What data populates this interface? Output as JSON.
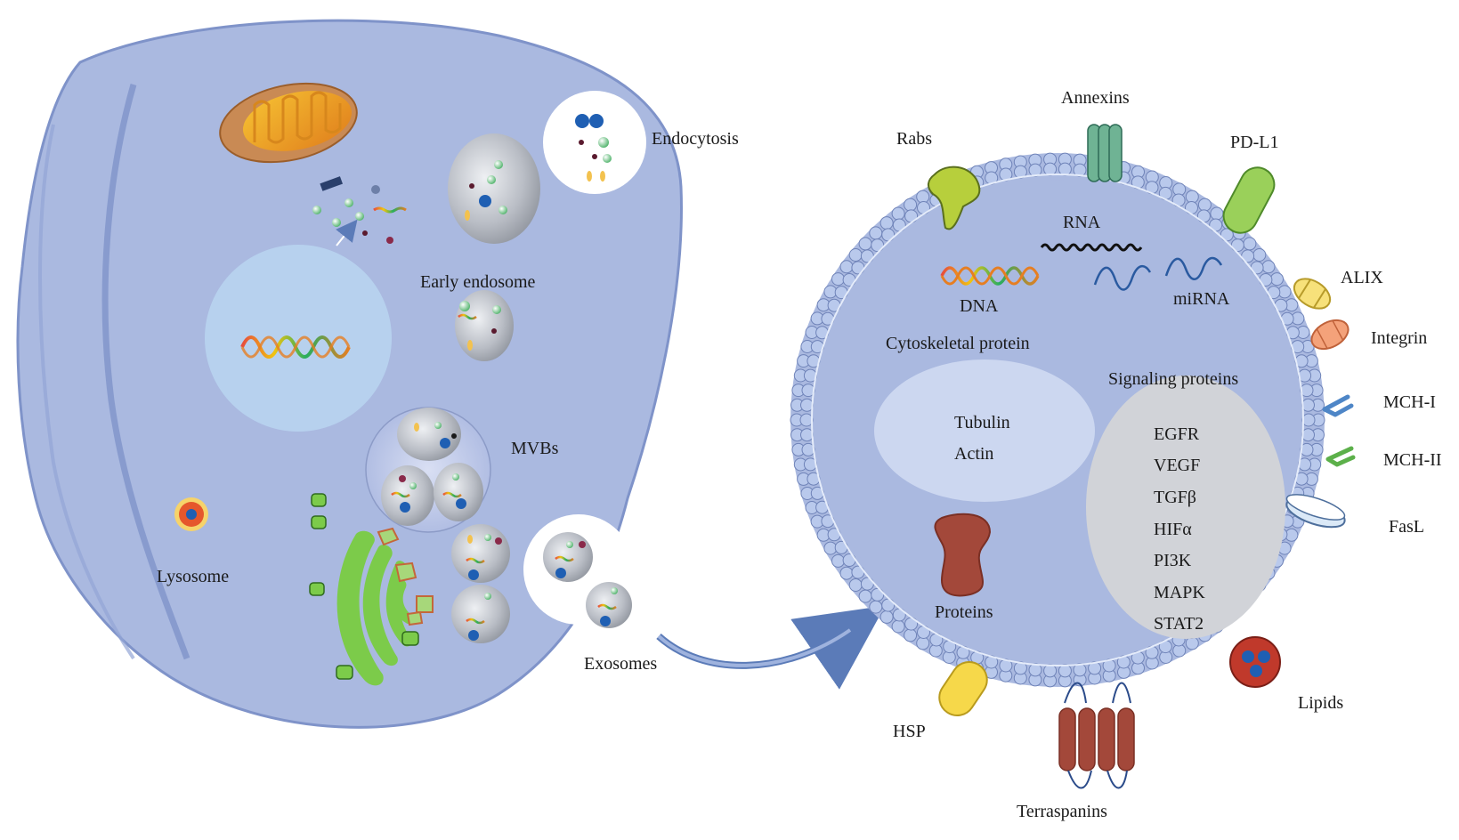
{
  "cell": {
    "endocytosis": "Endocytosis",
    "early_endosome": "Early endosome",
    "mvbs": "MVBs",
    "lysosome": "Lysosome",
    "exosomes": "Exosomes"
  },
  "exosome": {
    "annexins": "Annexins",
    "rabs": "Rabs",
    "pdl1": "PD-L1",
    "alix": "ALIX",
    "integrin": "Integrin",
    "mch1": "MCH-I",
    "mch2": "MCH-II",
    "fasl": "FasL",
    "lipids": "Lipids",
    "hsp": "HSP",
    "terraspanins": "Terraspanins",
    "rna": "RNA",
    "dna": "DNA",
    "mirna": "miRNA",
    "cytoskeletal": "Cytoskeletal protein",
    "tubulin": "Tubulin",
    "actin": "Actin",
    "proteins": "Proteins",
    "signaling_title": "Signaling proteins",
    "signaling_list": [
      "EGFR",
      "VEGF",
      "TGFβ",
      "HIFα",
      "PI3K",
      "MAPK",
      "STAT2"
    ]
  },
  "colors": {
    "cell_fill": "#aab9e0",
    "cell_edge": "#7f93c9",
    "membrane_bead": "#b9c9ec",
    "nucleus": "#b8d4f0",
    "vesicle_gray": "#b8bcc4",
    "golgi_green": "#7ccb4a"
  }
}
